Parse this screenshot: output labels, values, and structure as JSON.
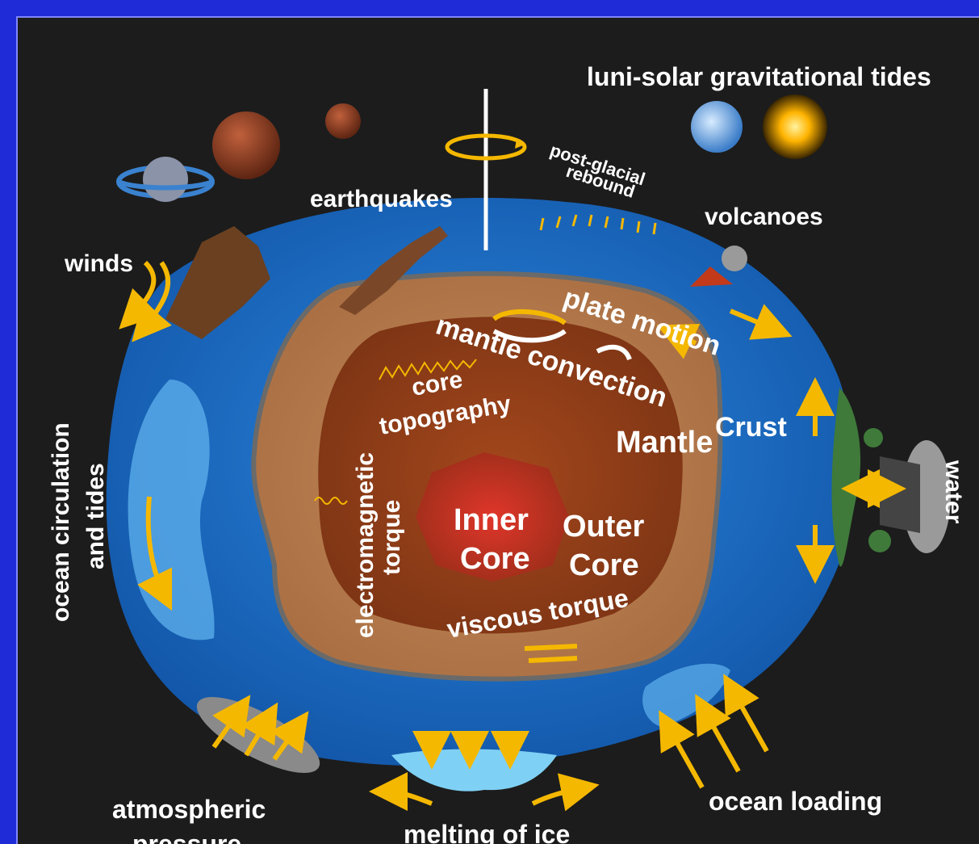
{
  "labels": {
    "luni_solar": "luni-solar gravitational tides",
    "post_glacial": "post-glacial",
    "rebound": "rebound",
    "earthquakes": "earthquakes",
    "volcanoes": "volcanoes",
    "winds": "winds",
    "plate_motion": "plate motion",
    "mantle_convection": "mantle convection",
    "core": "core",
    "topography": "topography",
    "crust": "Crust",
    "mantle": "Mantle",
    "ocean_circulation": "ocean circulation",
    "and_tides": "and tides",
    "electromagnetic": "electromagnetic",
    "torque": "torque",
    "inner": "Inner",
    "inner_core": "Core",
    "outer": "Outer",
    "outer_core": "Core",
    "viscous_torque": "viscous torque",
    "water": "water",
    "atmospheric": "atmospheric",
    "pressure": "pressure",
    "melting_of_ice": "melting of ice",
    "ocean_loading": "ocean loading"
  },
  "colors": {
    "frame": "#1f2bd6",
    "background": "#1c1c1c",
    "ocean": "#1f6fc8",
    "mantle": "#b57a4e",
    "outer_core": "#8e3f1c",
    "inner_core": "#c4241c",
    "arrow": "#f5b800"
  },
  "icons": [
    "saturn-icon",
    "mars-icon",
    "small-planet-icon",
    "earth-icon",
    "sun-icon",
    "rotation-axis-icon",
    "volcano-icon",
    "tree-icon",
    "cloud-icon"
  ]
}
